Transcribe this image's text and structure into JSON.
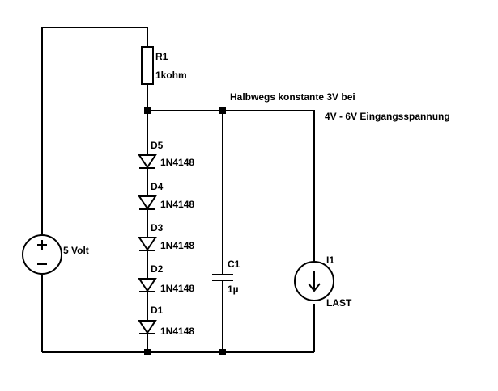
{
  "annotation": {
    "line1": "Halbwegs konstante 3V bei",
    "line2": "4V - 6V Eingangsspannung"
  },
  "source": {
    "label": "5 Volt"
  },
  "resistor": {
    "name": "R1",
    "value": "1kohm"
  },
  "diodes": [
    {
      "name": "D5",
      "part": "1N4148"
    },
    {
      "name": "D4",
      "part": "1N4148"
    },
    {
      "name": "D3",
      "part": "1N4148"
    },
    {
      "name": "D2",
      "part": "1N4148"
    },
    {
      "name": "D1",
      "part": "1N4148"
    }
  ],
  "capacitor": {
    "name": "C1",
    "value": "1µ"
  },
  "load": {
    "name": "I1",
    "label": "LAST"
  },
  "colors": {
    "wire": "#000000",
    "background": "#ffffff"
  }
}
